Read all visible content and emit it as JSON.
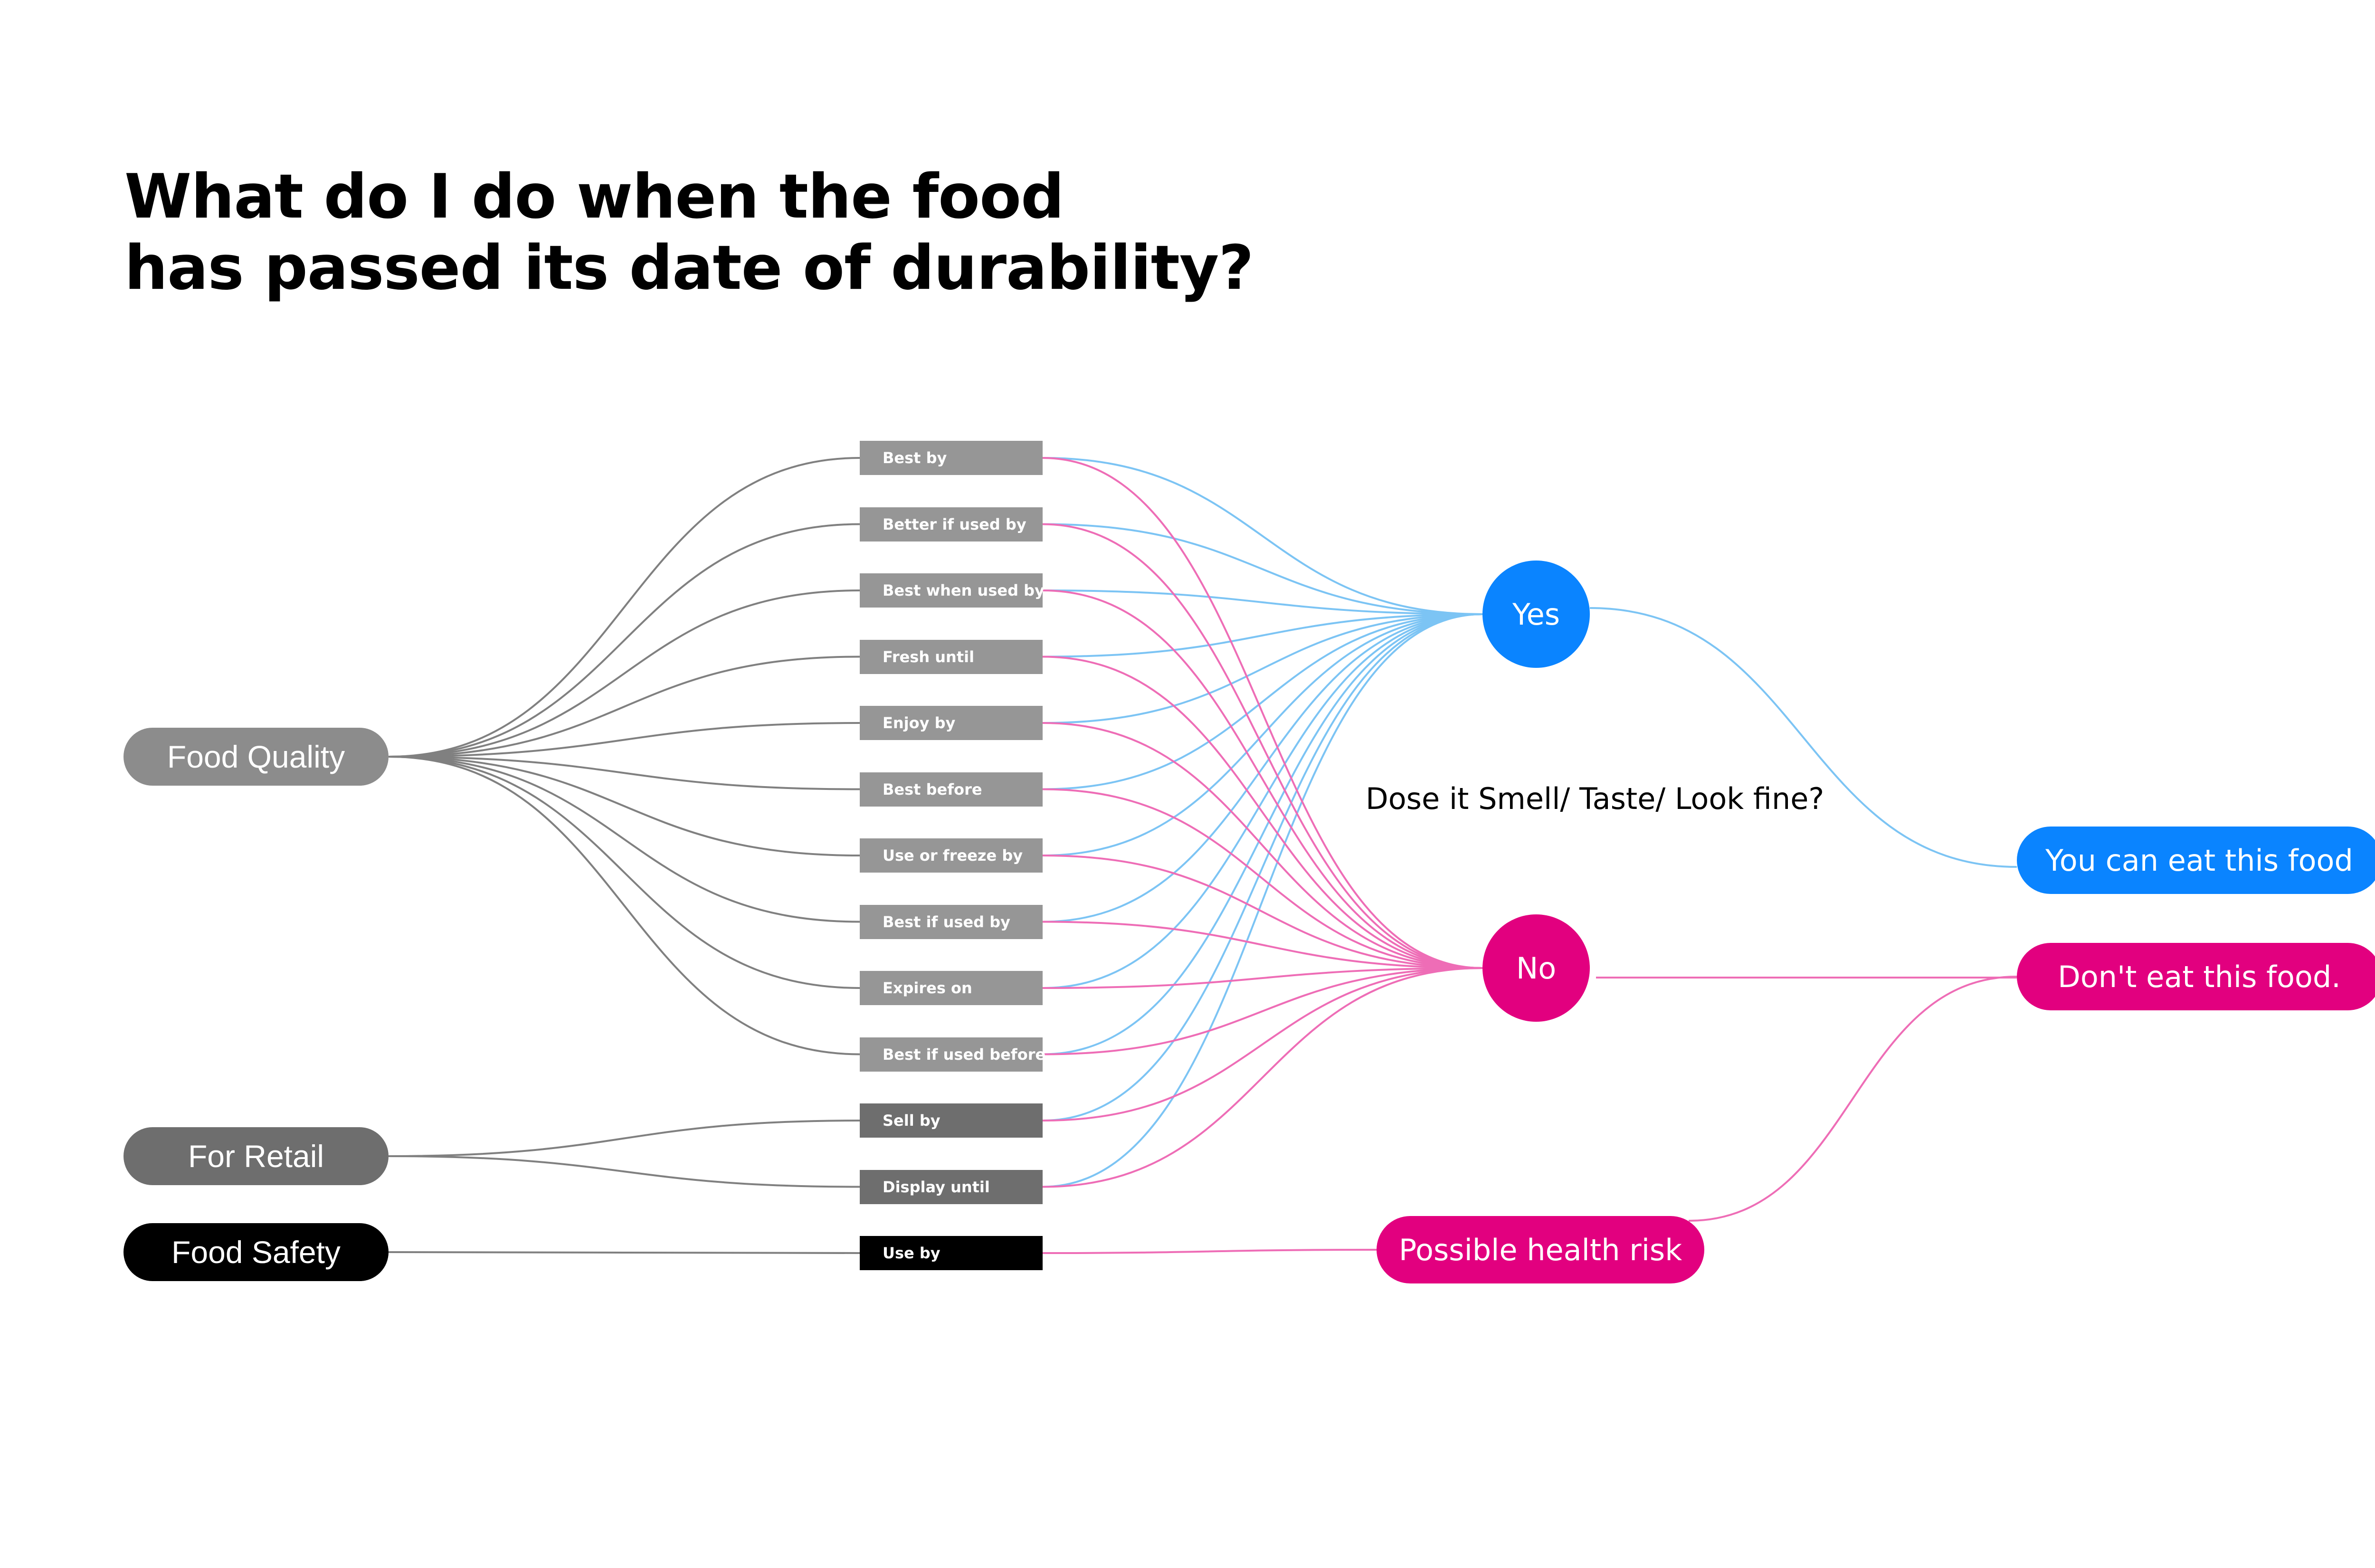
{
  "title": {
    "line1": "What do I do when the food",
    "line2": "has passed its date of durability?"
  },
  "categories": [
    {
      "label": "Food Quality",
      "color": "#8c8c8c"
    },
    {
      "label": "For Retail",
      "color": "#6e6e6e"
    },
    {
      "label": "Food Safety",
      "color": "#000000"
    }
  ],
  "date_labels": [
    {
      "label": "Best by",
      "color": "#969696",
      "category": "Food Quality"
    },
    {
      "label": "Better if used by",
      "color": "#969696",
      "category": "Food Quality"
    },
    {
      "label": "Best when used by",
      "color": "#969696",
      "category": "Food Quality"
    },
    {
      "label": "Fresh until",
      "color": "#969696",
      "category": "Food Quality"
    },
    {
      "label": "Enjoy by",
      "color": "#969696",
      "category": "Food Quality"
    },
    {
      "label": "Best before",
      "color": "#969696",
      "category": "Food Quality"
    },
    {
      "label": "Use or freeze by",
      "color": "#969696",
      "category": "Food Quality"
    },
    {
      "label": "Best if used by",
      "color": "#969696",
      "category": "Food Quality"
    },
    {
      "label": "Expires on",
      "color": "#969696",
      "category": "Food Quality"
    },
    {
      "label": "Best if used before",
      "color": "#969696",
      "category": "Food Quality"
    },
    {
      "label": "Sell by",
      "color": "#6e6e6e",
      "category": "For Retail"
    },
    {
      "label": "Display until",
      "color": "#6e6e6e",
      "category": "For Retail"
    },
    {
      "label": "Use by",
      "color": "#000000",
      "category": "Food Safety"
    }
  ],
  "decision": {
    "question": "Dose it Smell/ Taste/ Look fine?",
    "yes": "Yes",
    "no": "No"
  },
  "outcomes": {
    "eat": "You can eat this food",
    "dont_eat": "Don't eat this food.",
    "health_risk": "Possible health risk"
  },
  "colors": {
    "blue": "#0a84ff",
    "blue_line": "#7cc4f4",
    "pink": "#e2007f",
    "pink_line": "#ee6db6",
    "gray_line": "#808080"
  }
}
